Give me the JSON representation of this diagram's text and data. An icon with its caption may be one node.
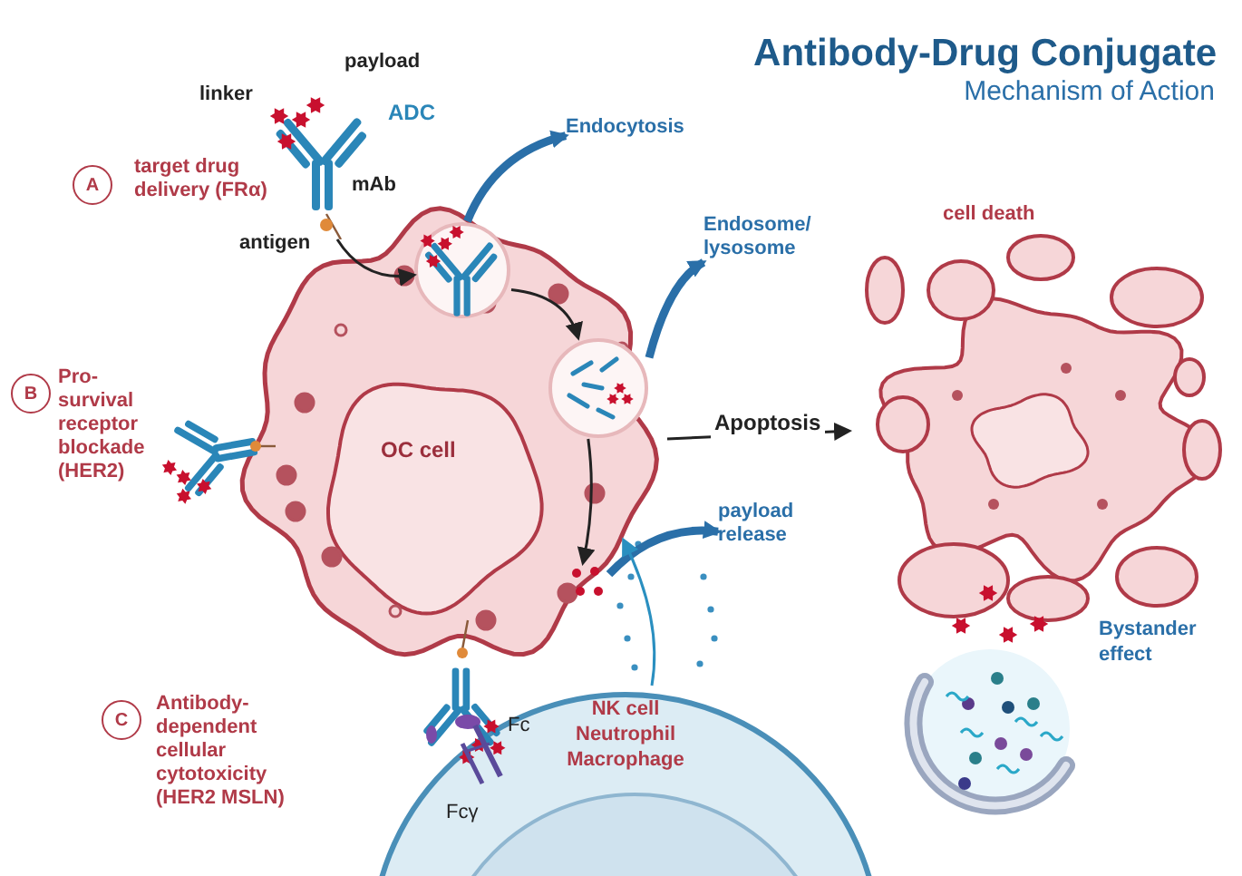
{
  "diagram": {
    "title": "Antibody-Drug Conjugate",
    "nodes": [
      {
        "text": [
          "OC cell"
        ]
      },
      {
        "text": [],
        "shape": "circle",
        "in": 0
      },
      {
        "text": [],
        "shape": "circle",
        "in": 0
      },
      {
        "text": [],
        "shape": "dots",
        "in": 0
      },
      {
        "text": [
          "ADC"
        ]
      },
      {
        "text": [
          "Endocytosis"
        ]
      },
      {
        "text": [
          "Endosome/ lysosome"
        ]
      },
      {
        "text": [
          "payload release"
        ]
      },
      {
        "text": [
          "cell death"
        ]
      },
      {
        "text": [],
        "shape": "cell"
      },
      {
        "text": [
          "NK cell Neutrophil Macrophage"
        ]
      }
    ],
    "edges": [
      {
        "from": 4,
        "to": 1,
        "arrow": "to",
        "color": "#222222"
      },
      {
        "from": 1,
        "to": 2,
        "arrow": "to",
        "color": "#222222"
      },
      {
        "from": 2,
        "to": 3,
        "arrow": "to",
        "color": "#222222"
      },
      {
        "from": 1,
        "to": 5,
        "arrow": "to",
        "style": "thick",
        "color": "#2a6fa8"
      },
      {
        "from": 2,
        "to": 6,
        "arrow": "to",
        "style": "thick",
        "color": "#2a6fa8"
      },
      {
        "from": 3,
        "to": 7,
        "arrow": "to",
        "style": "thick",
        "color": "#2a6fa8"
      },
      {
        "from": 0,
        "to": 8,
        "arrow": "to",
        "label": "Apoptosis",
        "color": "#222222"
      },
      {
        "from": 10,
        "to": 0,
        "arrow": "to",
        "color": "#2a8fc0"
      }
    ],
    "labels": [
      "Mechanism of Action",
      "payload",
      "linker",
      "mAb",
      "antigen",
      "A",
      "target drug delivery (FRα)",
      "B",
      "Pro- survival receptor blockade (HER2)",
      "C",
      "Antibody- dependent cellular cytotoxicity (HER2 MSLN)",
      "Fc",
      "Fcγ",
      "Bystander effect"
    ]
  }
}
